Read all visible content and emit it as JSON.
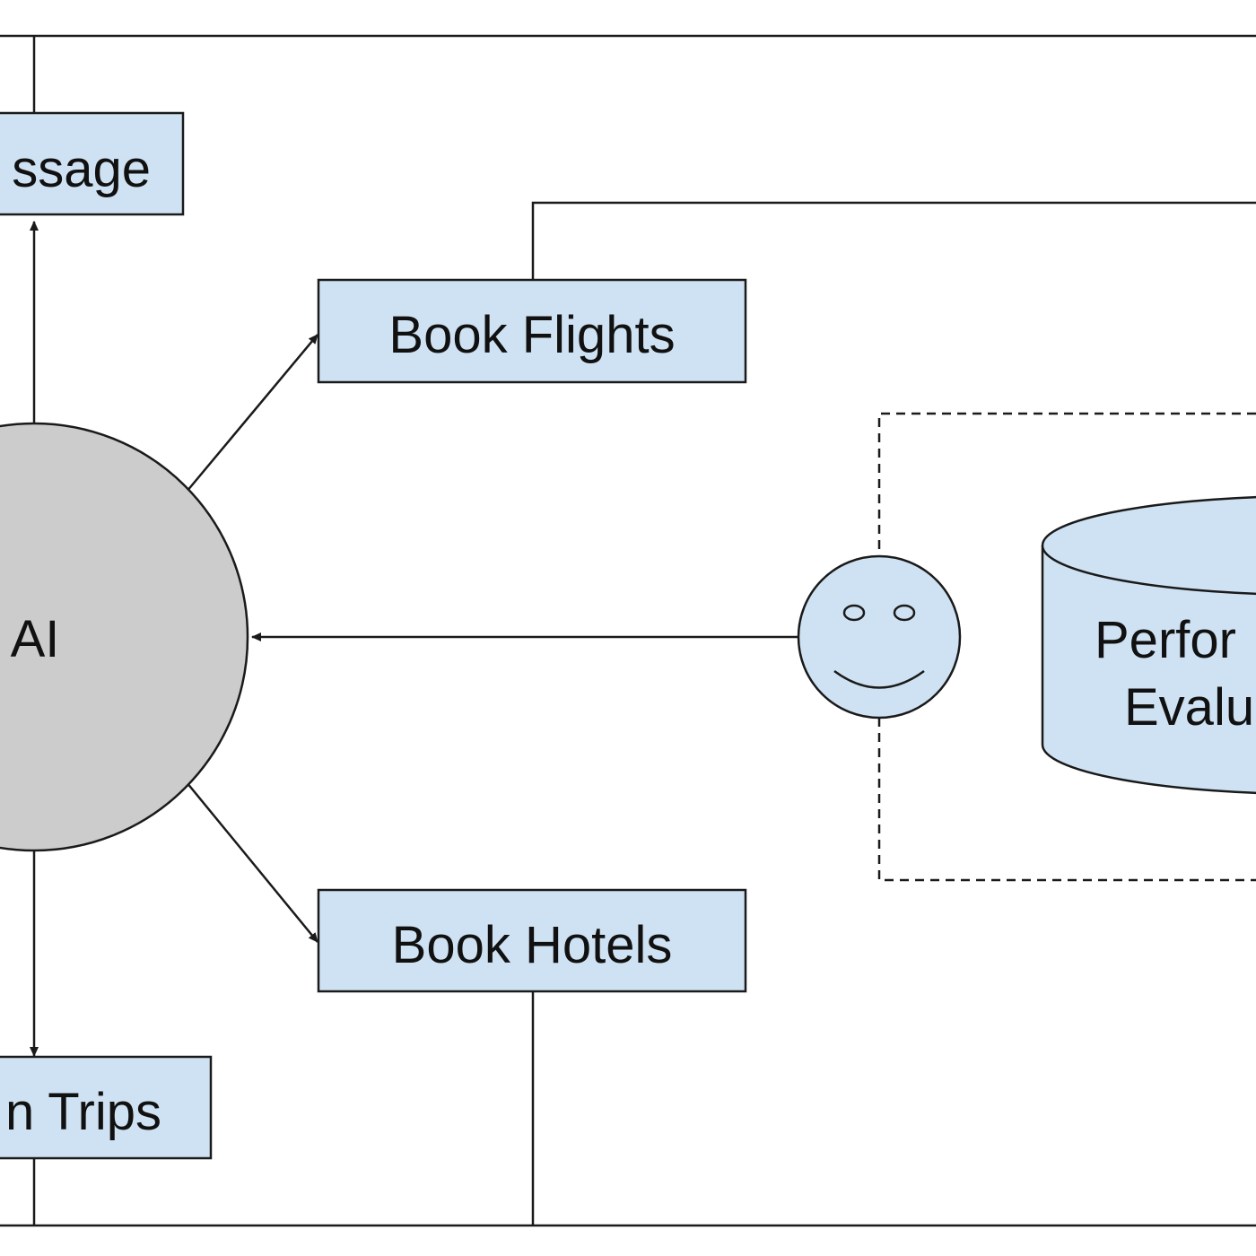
{
  "colors": {
    "box_fill": "#cfe2f3",
    "agent_fill": "#cccccc",
    "stroke": "#1a1a1a"
  },
  "nodes": {
    "message": "ssage",
    "agent": "AI",
    "flights": "Book Flights",
    "hotels": "Book Hotels",
    "trips": "n Trips",
    "evaluation_line1": "Perfor",
    "evaluation_line2": "Evalu"
  },
  "icons": {
    "user": "smiley-face-icon",
    "database": "cylinder-icon"
  }
}
